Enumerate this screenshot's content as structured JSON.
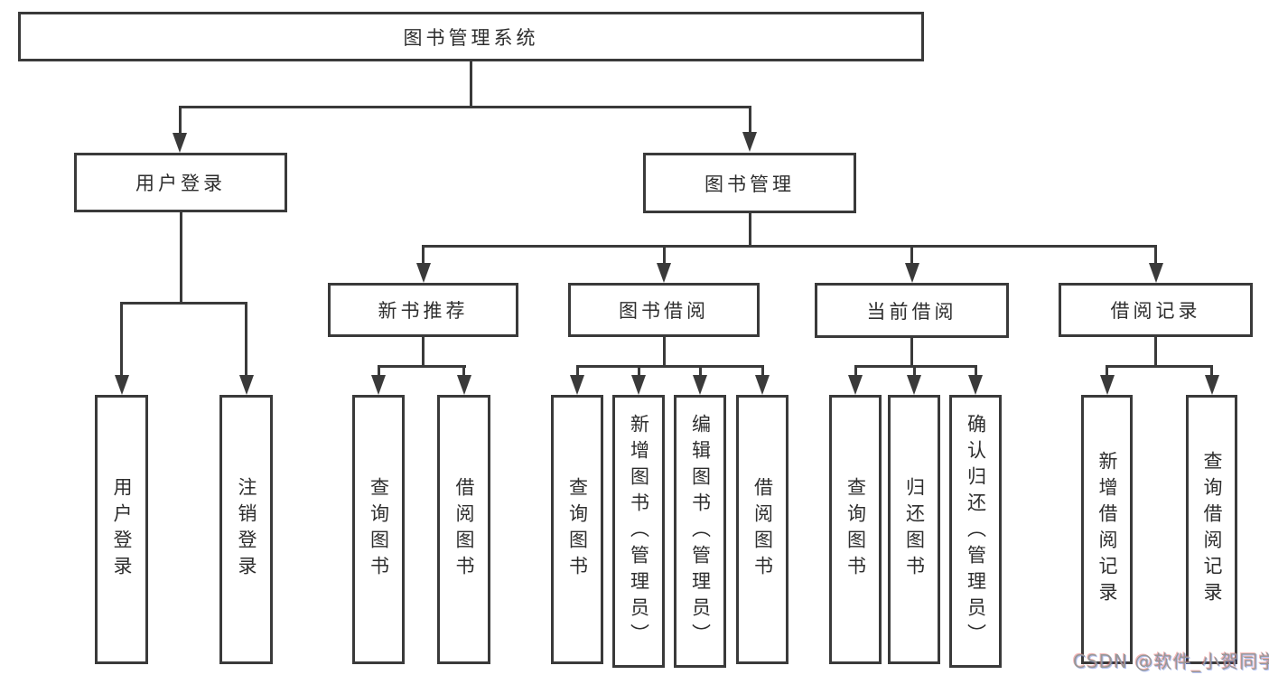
{
  "diagram": {
    "root": {
      "label": "图书管理系统"
    },
    "level2": [
      {
        "label": "用户登录"
      },
      {
        "label": "图书管理"
      }
    ],
    "level3": [
      {
        "label": "新书推荐"
      },
      {
        "label": "图书借阅"
      },
      {
        "label": "当前借阅"
      },
      {
        "label": "借阅记录"
      }
    ],
    "leaves": {
      "user_login": [
        "用户登录",
        "注销登录"
      ],
      "new_book": [
        "查询图书",
        "借阅图书"
      ],
      "book_borrow": [
        "查询图书",
        "新增图书（管理员）",
        "编辑图书（管理员）",
        "借阅图书"
      ],
      "current_borrow": [
        "查询图书",
        "归还图书",
        "确认归还（管理员）"
      ],
      "borrow_record": [
        "新增借阅记录",
        "查询借阅记录"
      ]
    },
    "watermark": "CSDN @软件_小贺同学",
    "colors": {
      "line": "#3a3a3a",
      "text": "#2e2e2e",
      "watermark_gray": "#979797",
      "background": "#ffffff"
    }
  }
}
